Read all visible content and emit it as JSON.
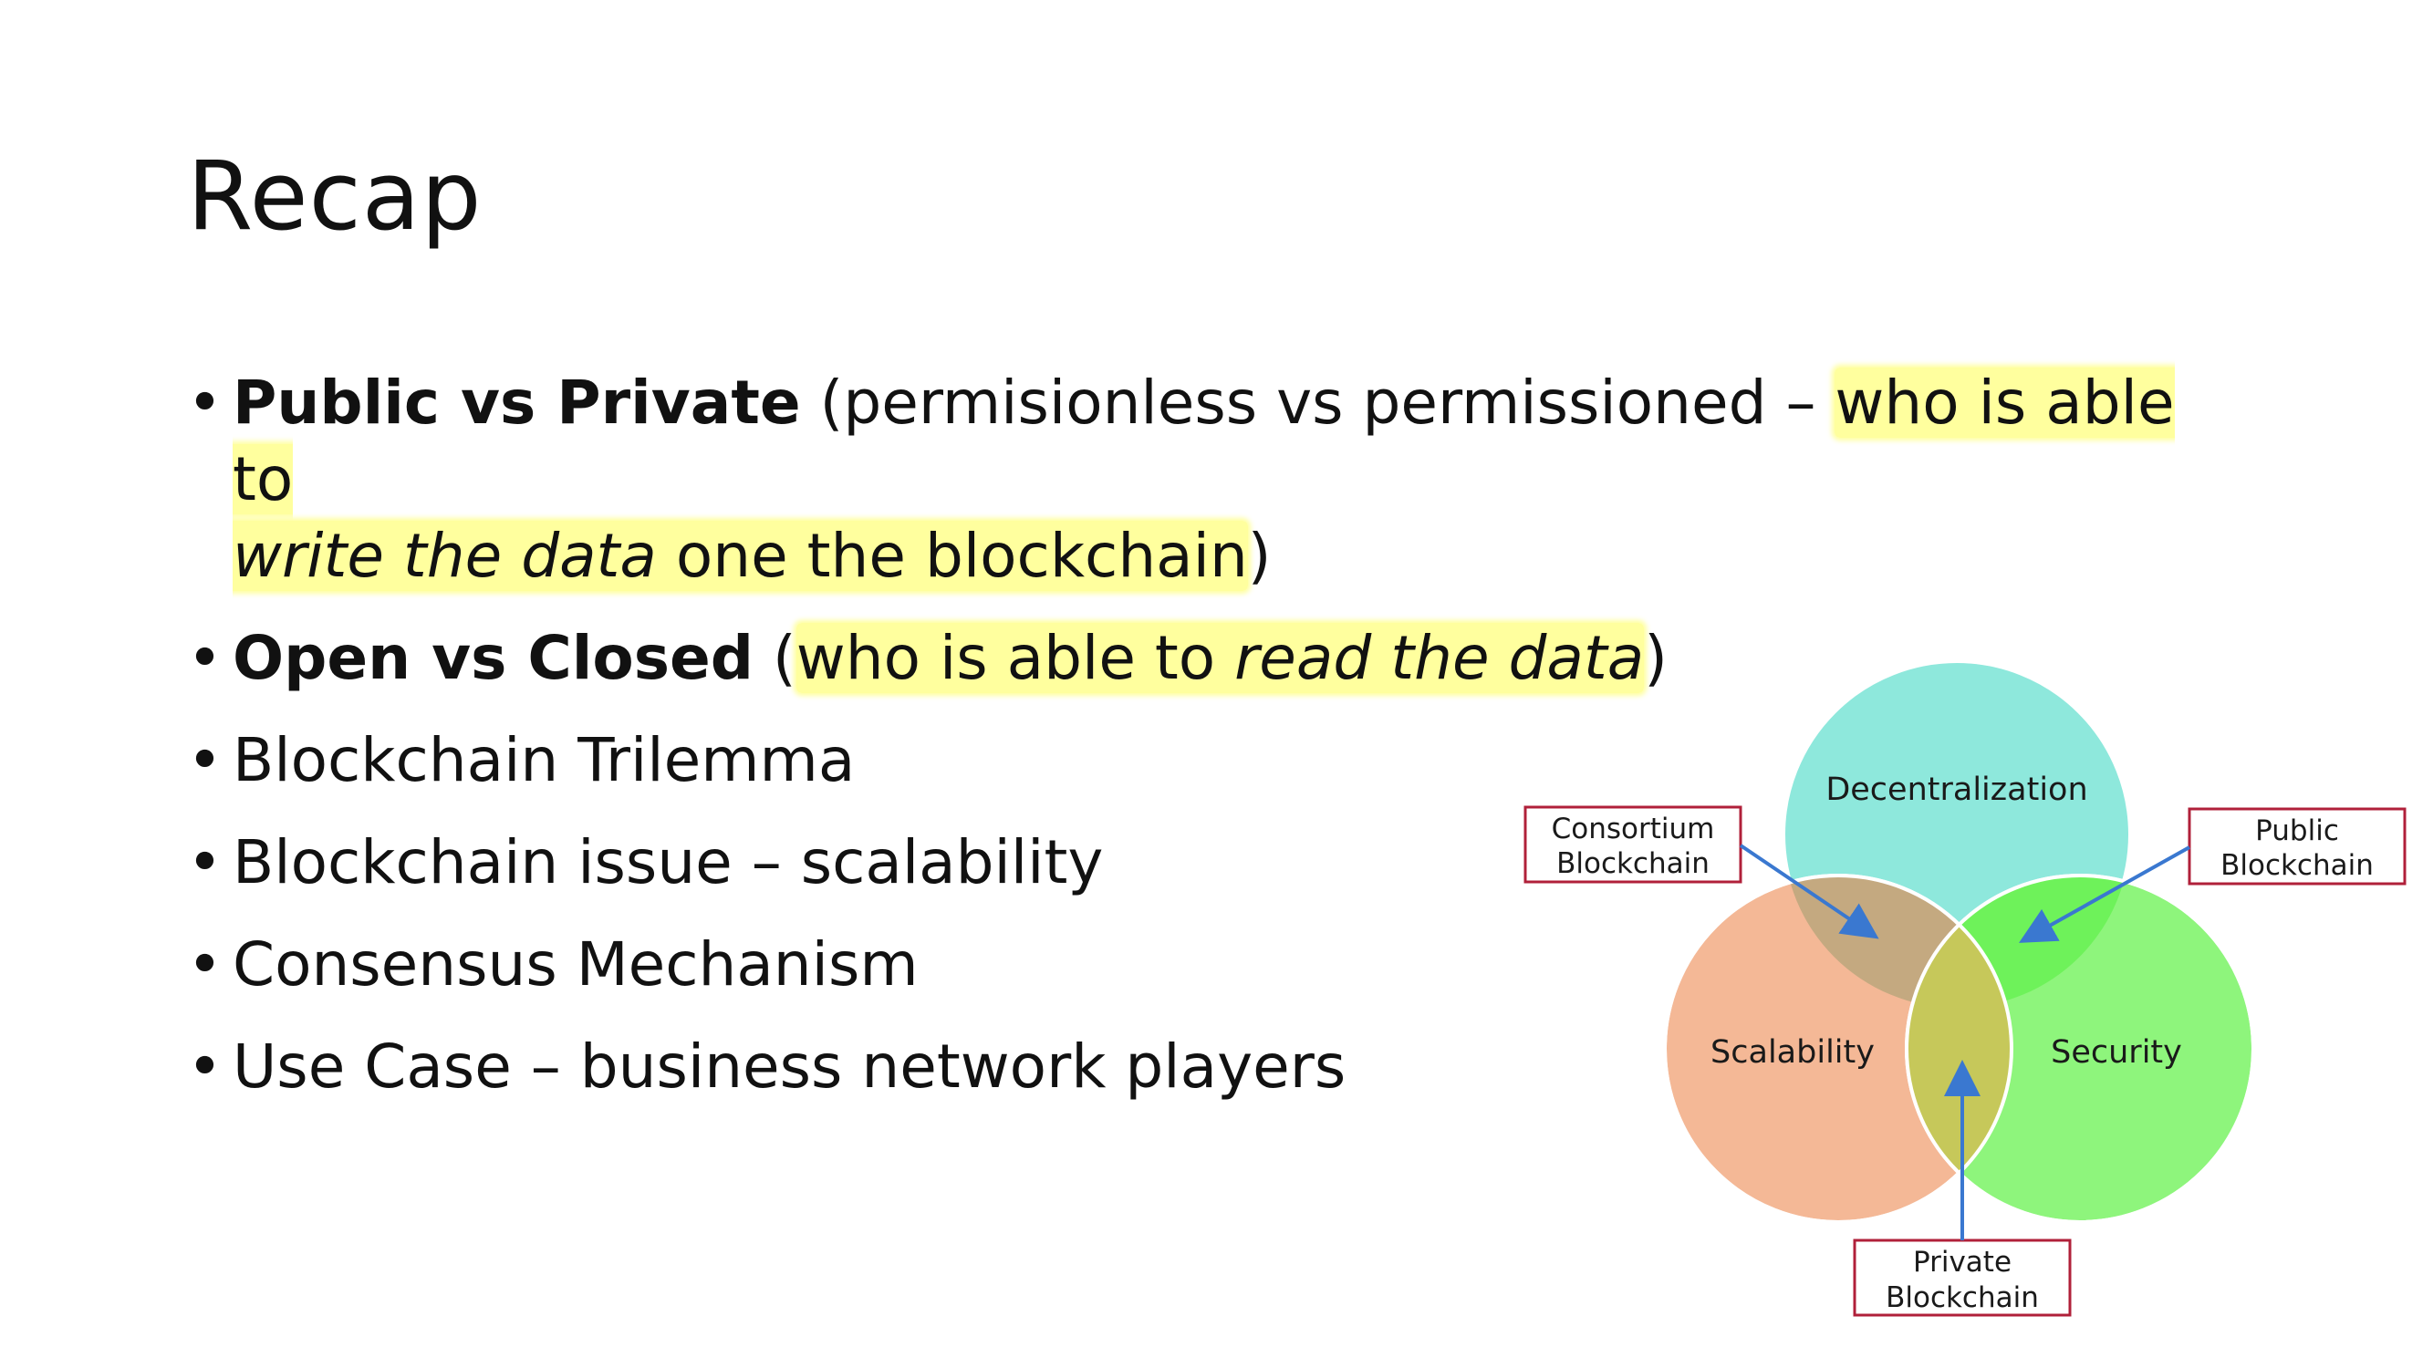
{
  "slide": {
    "title": "Recap",
    "bullets": [
      {
        "bold": "Public vs Private",
        "plain1": " (permisionless vs permissioned – ",
        "hl_plain": "who is able to ",
        "hl_italic": "write the data",
        "hl_plain2": " one the blockchain",
        "plain2": ")"
      },
      {
        "bold": "Open vs Closed",
        "plain1": " (",
        "hl_plain": "who is able to ",
        "hl_italic": "read the data",
        "plain2": ")"
      },
      {
        "text": "Blockchain Trilemma"
      },
      {
        "text": "Blockchain issue – scalability"
      },
      {
        "text": "Consensus Mechanism"
      },
      {
        "text": "Use Case – business network players"
      }
    ]
  },
  "diagram": {
    "circles": {
      "top": "Decentralization",
      "left": "Scalability",
      "right": "Security"
    },
    "boxes": {
      "consortium": [
        "Consortium",
        "Blockchain"
      ],
      "public": [
        "Public",
        "Blockchain"
      ],
      "private": [
        "Private",
        "Blockchain"
      ]
    },
    "colors": {
      "decentralization": "#8ee8dc",
      "scalability": "#f4b896",
      "security": "#8ef57c",
      "box_border": "#b0203a",
      "arrow": "#3a78d0",
      "highlight": "#ffff9e"
    }
  }
}
